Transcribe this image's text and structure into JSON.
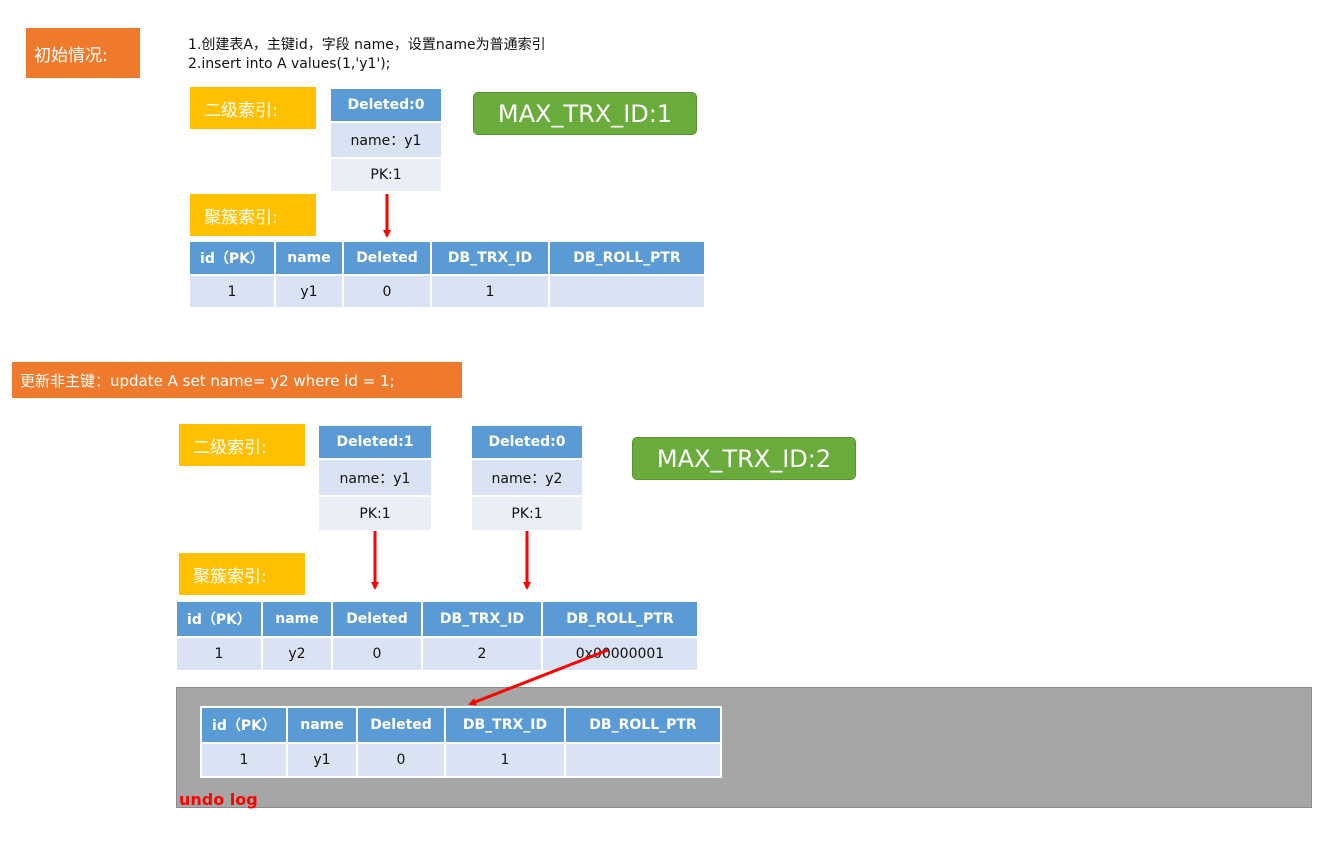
{
  "section1": {
    "label": "初始情况:",
    "steps": [
      "1.创建表A，主键id，字段 name，设置name为普通索引",
      "2.insert into A values(1,'y1');"
    ],
    "secondary_label": "二级索引:",
    "secondary_entry": {
      "deleted": "Deleted:0",
      "name": "name：y1",
      "pk": "PK:1"
    },
    "max_trx": "MAX_TRX_ID:1",
    "clustered_label": "聚簇索引:",
    "table": {
      "headers": [
        "id（PK）",
        "name",
        "Deleted",
        "DB_TRX_ID",
        "DB_ROLL_PTR"
      ],
      "row": [
        "1",
        "y1",
        "0",
        "1",
        ""
      ]
    }
  },
  "section2": {
    "label": "更新非主键：update A set name= y2 where id = 1;",
    "secondary_label": "二级索引:",
    "secondary_entries": [
      {
        "deleted": "Deleted:1",
        "name": "name：y1",
        "pk": "PK:1"
      },
      {
        "deleted": "Deleted:0",
        "name": "name：y2",
        "pk": "PK:1"
      }
    ],
    "max_trx": "MAX_TRX_ID:2",
    "clustered_label": "聚簇索引:",
    "table": {
      "headers": [
        "id（PK）",
        "name",
        "Deleted",
        "DB_TRX_ID",
        "DB_ROLL_PTR"
      ],
      "row": [
        "1",
        "y2",
        "0",
        "2",
        "0x00000001"
      ]
    },
    "undo": {
      "label": "undo log",
      "headers": [
        "id（PK）",
        "name",
        "Deleted",
        "DB_TRX_ID",
        "DB_ROLL_PTR"
      ],
      "row": [
        "1",
        "y1",
        "0",
        "1",
        ""
      ]
    }
  },
  "colors": {
    "orange": "#f07a2b",
    "yellow": "#ffc000",
    "green": "#6aac3c",
    "header_blue": "#5b9bd5",
    "cell_blue": "#dae3f3",
    "arrow_red": "#ff0000",
    "undo_gray": "#a6a6a6"
  }
}
